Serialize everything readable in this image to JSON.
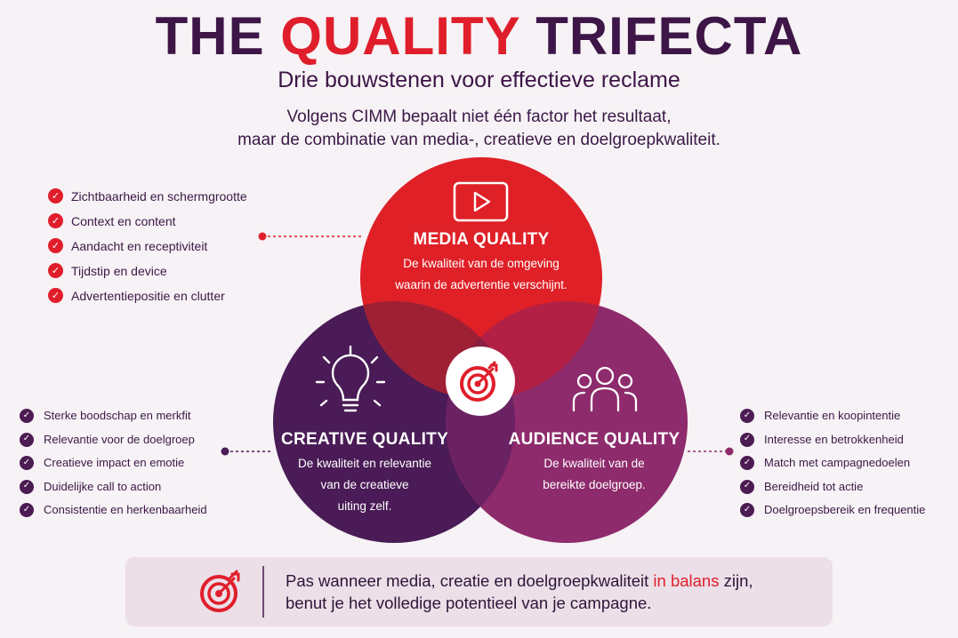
{
  "header": {
    "title_part1": "THE ",
    "title_accent": "QUALITY",
    "title_part2": " TRIFECTA",
    "subtitle": "Drie bouwstenen voor effectieve reclame",
    "intro_line1": "Volgens CIMM bepaalt niet één factor het resultaat,",
    "intro_line2": "maar de combinatie van media-, creatieve en doelgroepkwaliteit."
  },
  "colors": {
    "accent_red": "#e01e2b",
    "media_circle": "#df2027",
    "creative_circle": "#4a1b56",
    "audience_circle": "#8e2b6c",
    "dark_purple": "#3d1547",
    "background": "#f6f2f5"
  },
  "circles": {
    "media": {
      "icon": "play-icon",
      "title": "MEDIA QUALITY",
      "desc_line1": "De kwaliteit van de omgeving",
      "desc_line2": "waarin de advertentie verschijnt."
    },
    "creative": {
      "icon": "lightbulb-icon",
      "title": "CREATIVE QUALITY",
      "desc_line1": "De kwaliteit en relevantie",
      "desc_line2": "van de creatieve",
      "desc_line3": "uiting zelf."
    },
    "audience": {
      "icon": "people-icon",
      "title": "AUDIENCE QUALITY",
      "desc_line1": "De kwaliteit van de",
      "desc_line2": "bereikte doelgroep."
    },
    "center_icon": "target-icon"
  },
  "lists": {
    "media": [
      "Zichtbaarheid en schermgrootte",
      "Context en content",
      "Aandacht en receptiviteit",
      "Tijdstip en device",
      "Advertentiepositie en clutter"
    ],
    "creative": [
      "Sterke boodschap en merkfit",
      "Relevantie voor de doelgroep",
      "Creatieve impact en emotie",
      "Duidelijke call to action",
      "Consistentie en herkenbaarheid"
    ],
    "audience": [
      "Relevantie en koopintentie",
      "Interesse en betrokkenheid",
      "Match met campagnedoelen",
      "Bereidheid tot actie",
      "Doelgroepsbereik en frequentie"
    ],
    "check_glyph": "✓"
  },
  "banner": {
    "icon": "target-icon",
    "line1_before": "Pas wanneer media, creatie en doelgroepkwaliteit ",
    "line1_highlight": "in balans",
    "line1_after": " zijn,",
    "line2": "benut je het volledige potentieel van je campagne."
  }
}
